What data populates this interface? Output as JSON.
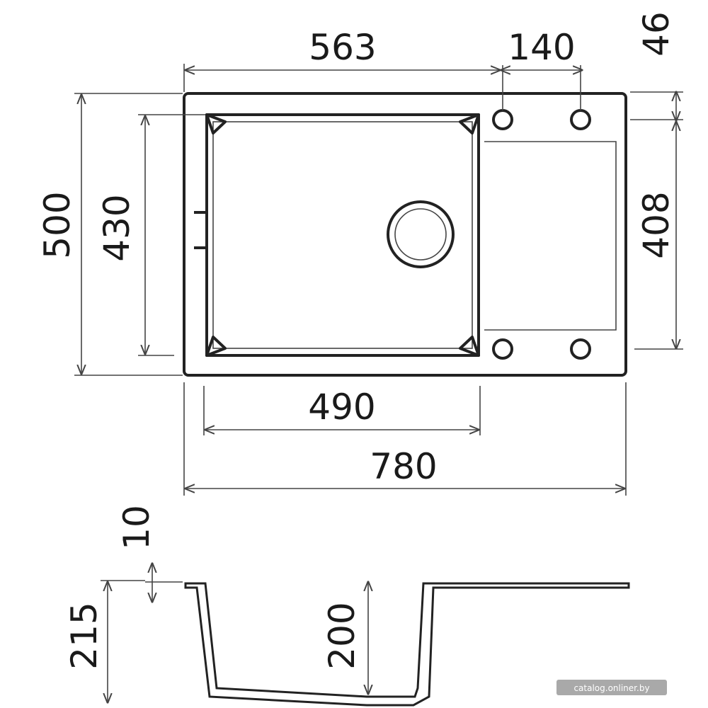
{
  "dimensions": {
    "top_width": "563",
    "drainer_width": "140",
    "corner_offset": "46",
    "outer_height": "500",
    "bowl_height": "430",
    "drainer_height": "408",
    "bowl_width": "490",
    "overall_width": "780",
    "rim_thickness": "10",
    "total_depth": "215",
    "bowl_depth": "200"
  },
  "watermark": "catalog.onliner.by"
}
